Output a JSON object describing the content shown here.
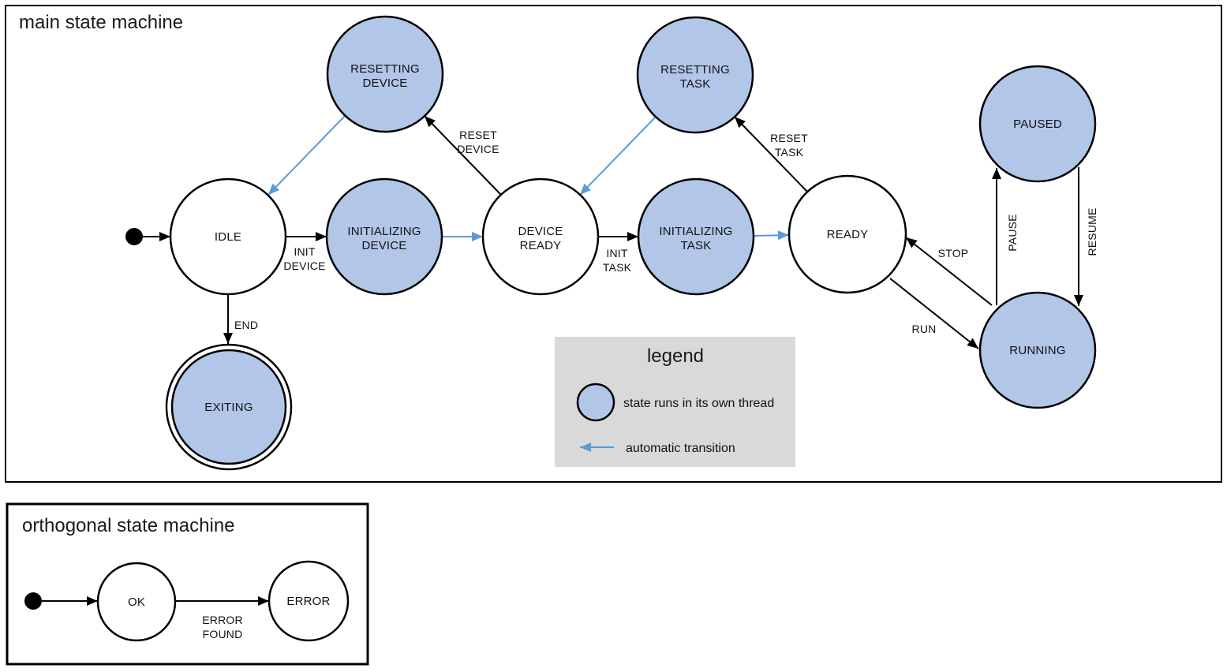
{
  "colors": {
    "thread_fill": "#b2c6e8",
    "auto_transition": "#5b9bd5",
    "legend_bg": "#d9d9d9",
    "line": "#000000"
  },
  "main": {
    "title": "main state machine",
    "states": {
      "idle": {
        "label": "IDLE",
        "threaded": false
      },
      "resetting_device": {
        "line1": "RESETTING",
        "line2": "DEVICE",
        "threaded": true
      },
      "initializing_device": {
        "line1": "INITIALIZING",
        "line2": "DEVICE",
        "threaded": true
      },
      "device_ready": {
        "line1": "DEVICE",
        "line2": "READY",
        "threaded": false
      },
      "resetting_task": {
        "line1": "RESETTING",
        "line2": "TASK",
        "threaded": true
      },
      "initializing_task": {
        "line1": "INITIALIZING",
        "line2": "TASK",
        "threaded": true
      },
      "ready": {
        "label": "READY",
        "threaded": false
      },
      "paused": {
        "label": "PAUSED",
        "threaded": true
      },
      "running": {
        "label": "RUNNING",
        "threaded": true
      },
      "exiting": {
        "label": "EXITING",
        "threaded": true,
        "final": true
      }
    },
    "transitions": {
      "init_device": {
        "line1": "INIT",
        "line2": "DEVICE"
      },
      "reset_device": {
        "line1": "RESET",
        "line2": "DEVICE"
      },
      "init_task": {
        "line1": "INIT",
        "line2": "TASK"
      },
      "reset_task": {
        "line1": "RESET",
        "line2": "TASK"
      },
      "run": "RUN",
      "stop": "STOP",
      "pause": "PAUSE",
      "resume": "RESUME",
      "end": "END"
    }
  },
  "legend": {
    "title": "legend",
    "thread_label": "state runs in its own thread",
    "auto_label": "automatic transition"
  },
  "orthogonal": {
    "title": "orthogonal state machine",
    "states": {
      "ok": {
        "label": "OK"
      },
      "error": {
        "label": "ERROR"
      }
    },
    "transitions": {
      "error_found": {
        "line1": "ERROR",
        "line2": "FOUND"
      }
    }
  }
}
